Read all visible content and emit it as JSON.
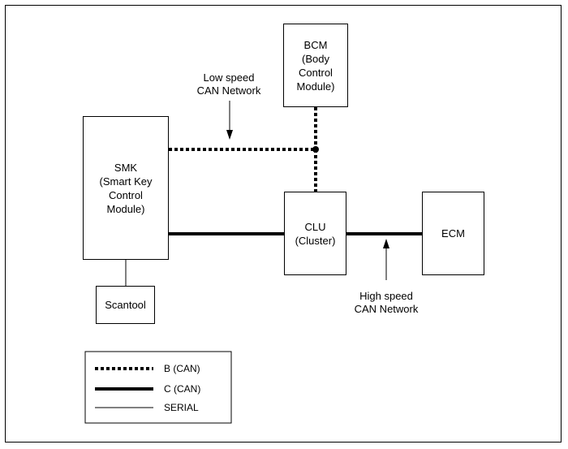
{
  "modules": {
    "bcm": "BCM\n(Body\nControl\nModule)",
    "smk": "SMK\n(Smart Key\nControl\nModule)",
    "clu": "CLU\n(Cluster)",
    "ecm": "ECM",
    "scantool": "Scantool"
  },
  "annotations": {
    "low_speed_line1": "Low speed",
    "low_speed_line2": "CAN Network",
    "high_speed_line1": "High speed",
    "high_speed_line2": "CAN Network"
  },
  "legend": {
    "b_can": "B (CAN)",
    "c_can": "C (CAN)",
    "serial": "SERIAL"
  }
}
